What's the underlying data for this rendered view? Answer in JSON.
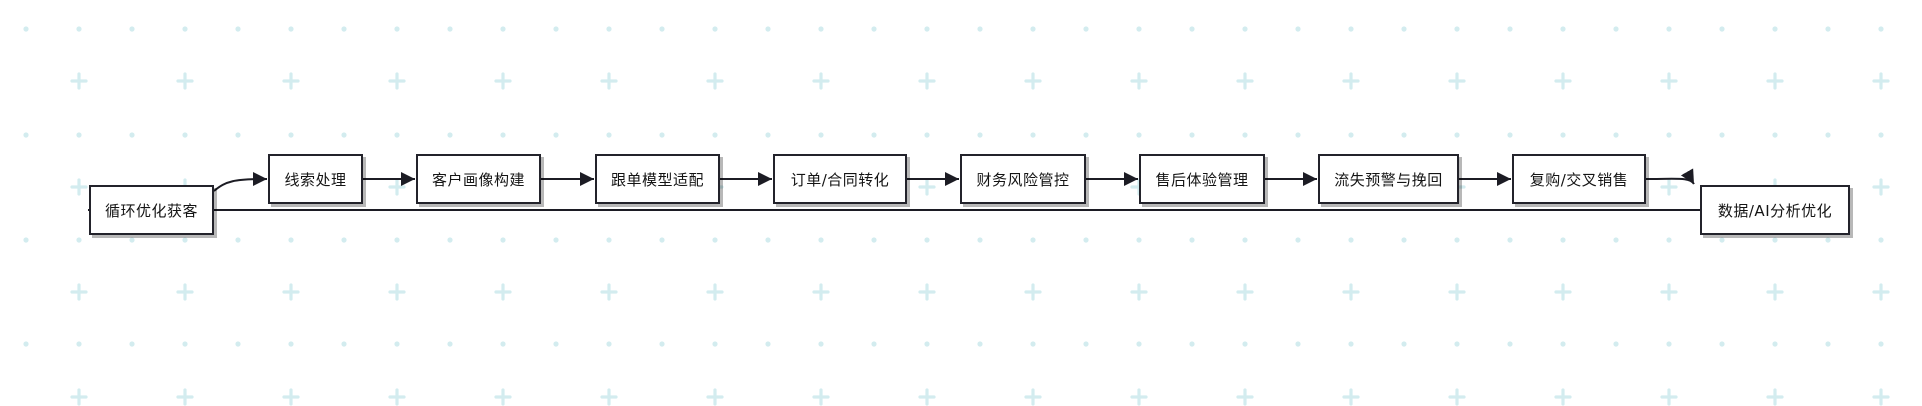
{
  "diagram": {
    "nodes": [
      {
        "id": "n0",
        "label": "循环优化获客"
      },
      {
        "id": "n1",
        "label": "线索处理"
      },
      {
        "id": "n2",
        "label": "客户画像构建"
      },
      {
        "id": "n3",
        "label": "跟单模型适配"
      },
      {
        "id": "n4",
        "label": "订单/合同转化"
      },
      {
        "id": "n5",
        "label": "财务风险管控"
      },
      {
        "id": "n6",
        "label": "售后体验管理"
      },
      {
        "id": "n7",
        "label": "流失预警与挽回"
      },
      {
        "id": "n8",
        "label": "复购/交叉销售"
      },
      {
        "id": "n9",
        "label": "数据/AI分析优化"
      }
    ],
    "edges": [
      {
        "from": "n0",
        "to": "n1"
      },
      {
        "from": "n1",
        "to": "n2"
      },
      {
        "from": "n2",
        "to": "n3"
      },
      {
        "from": "n3",
        "to": "n4"
      },
      {
        "from": "n4",
        "to": "n5"
      },
      {
        "from": "n5",
        "to": "n6"
      },
      {
        "from": "n6",
        "to": "n7"
      },
      {
        "from": "n7",
        "to": "n8"
      },
      {
        "from": "n8",
        "to": "n9"
      },
      {
        "from": "n9",
        "to": "n0"
      }
    ],
    "colors": {
      "border": "#23232b",
      "edge": "#1c1c24",
      "pattern": "#d3ecef"
    }
  }
}
